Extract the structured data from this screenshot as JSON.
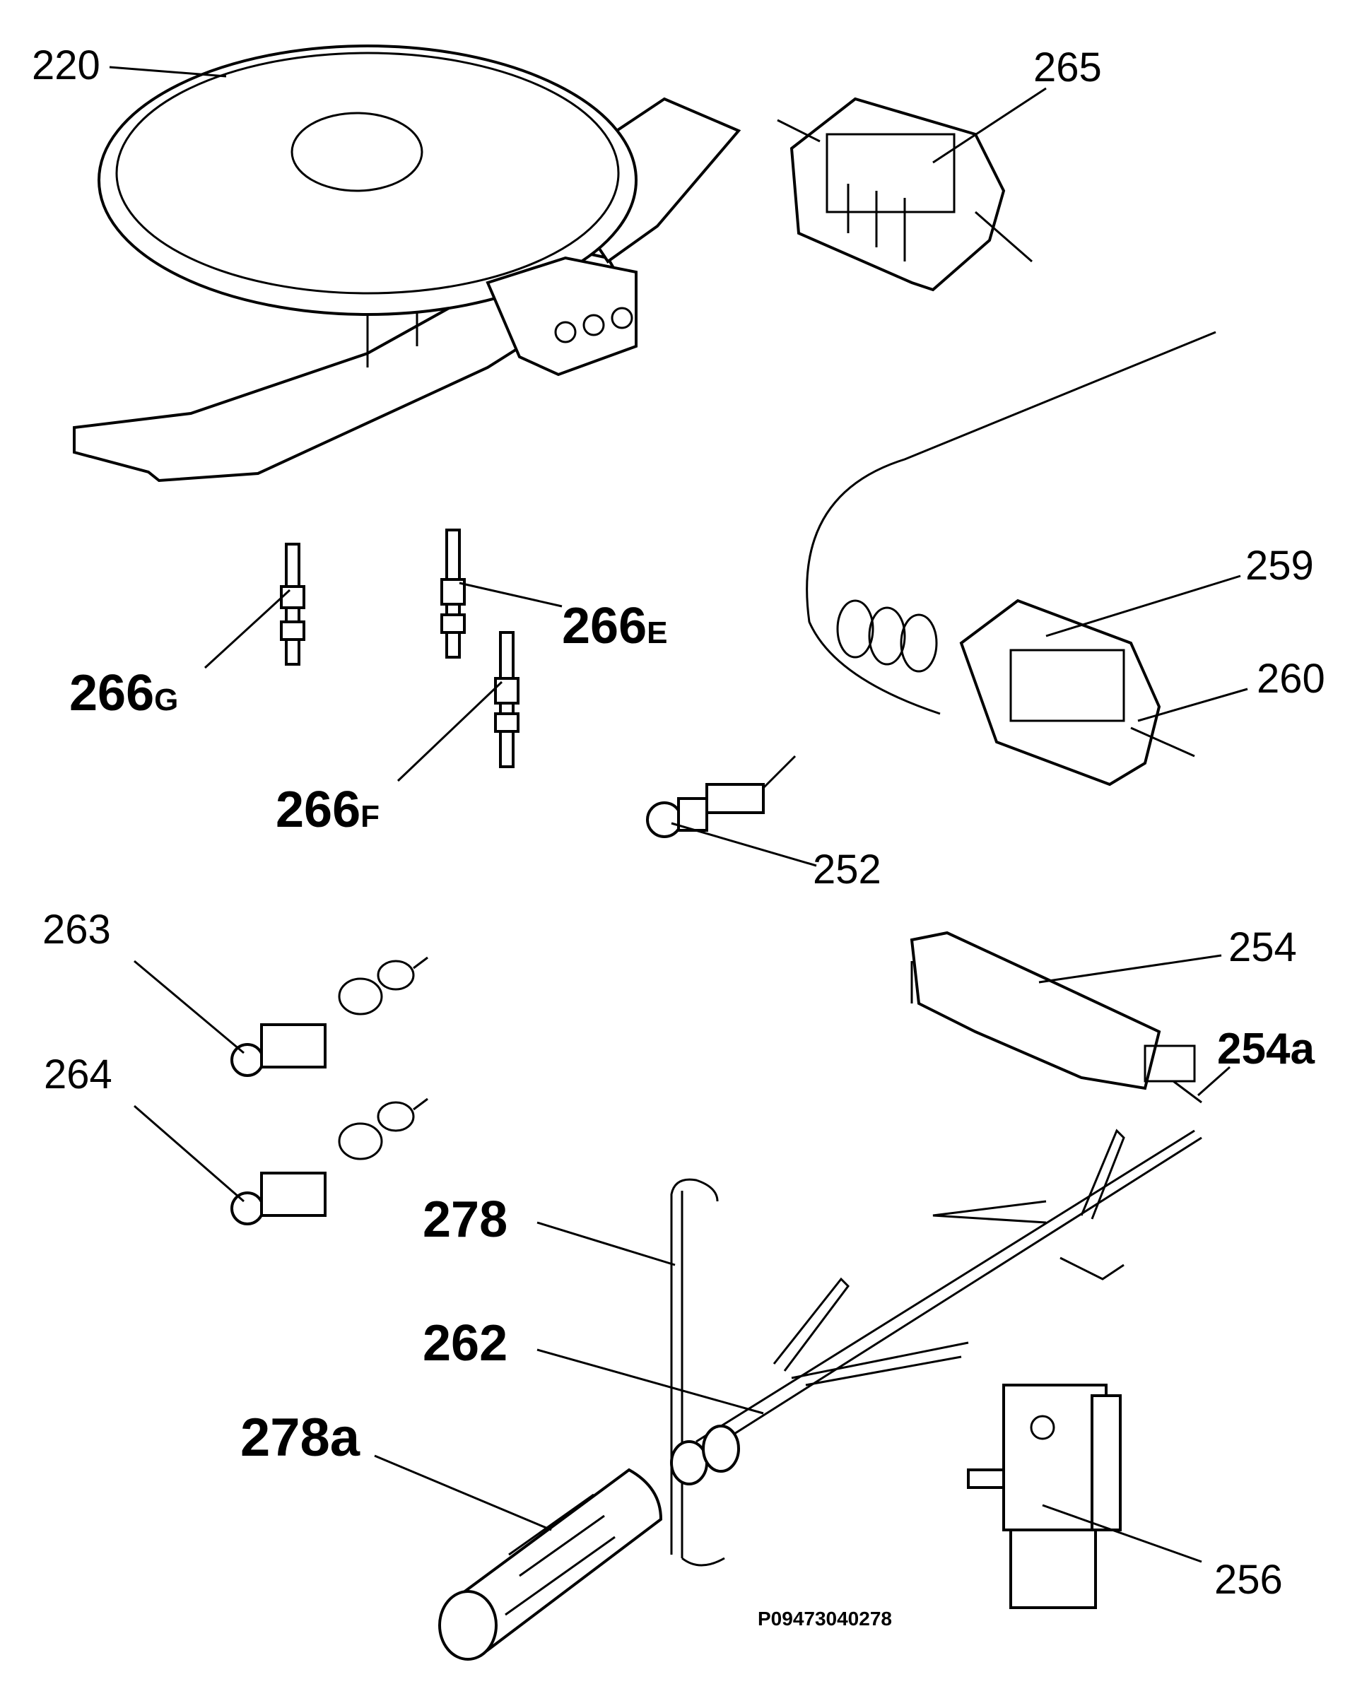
{
  "parts": [
    {
      "id": "220",
      "label": "220"
    },
    {
      "id": "265",
      "label": "265"
    },
    {
      "id": "259",
      "label": "259"
    },
    {
      "id": "260",
      "label": "260"
    },
    {
      "id": "266E",
      "label": "266",
      "suffix": "E"
    },
    {
      "id": "266G",
      "label": "266",
      "suffix": "G"
    },
    {
      "id": "266F",
      "label": "266",
      "suffix": "F"
    },
    {
      "id": "252",
      "label": "252"
    },
    {
      "id": "263",
      "label": "263"
    },
    {
      "id": "264",
      "label": "264"
    },
    {
      "id": "254",
      "label": "254"
    },
    {
      "id": "254a",
      "label": "254a"
    },
    {
      "id": "278",
      "label": "278"
    },
    {
      "id": "262",
      "label": "262"
    },
    {
      "id": "278a",
      "label": "278a"
    },
    {
      "id": "256",
      "label": "256"
    }
  ],
  "drawing_code": "P09473040278"
}
